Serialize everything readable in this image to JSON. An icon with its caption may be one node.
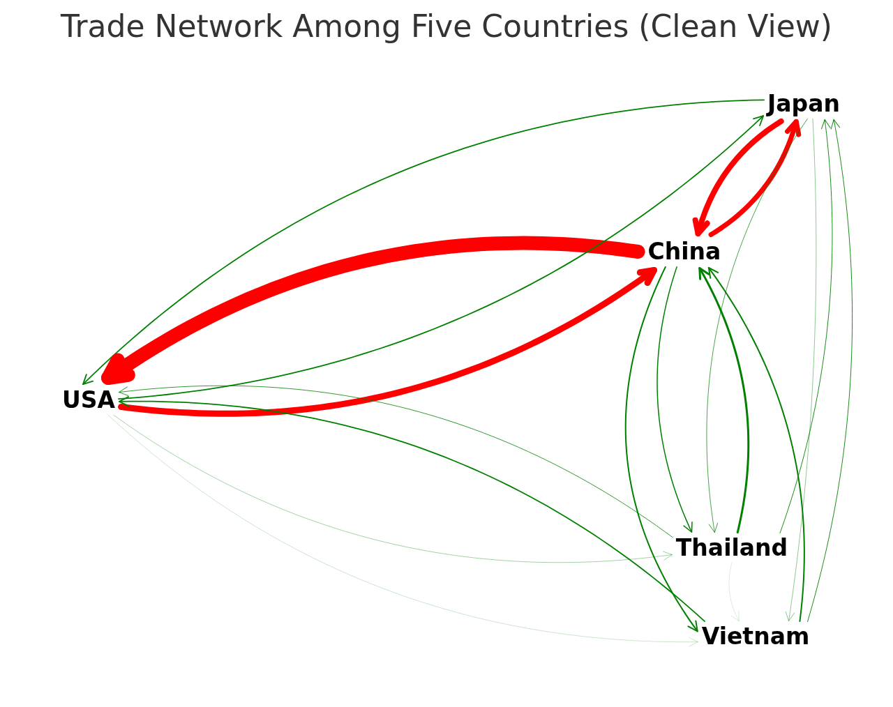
{
  "diagram": {
    "title": "Trade Network Among Five Countries (Clean View)",
    "nodes": [
      {
        "text": [
          "Japan"
        ]
      },
      {
        "text": [
          "China"
        ]
      },
      {
        "text": [
          "USA"
        ]
      },
      {
        "text": [
          "Thailand"
        ]
      },
      {
        "text": [
          "Vietnam"
        ]
      }
    ],
    "edges": [
      {
        "from": 0,
        "to": 2,
        "arrow": "to"
      },
      {
        "from": 1,
        "to": 2,
        "arrow": "to",
        "style": "thick",
        "color": "#ff0000"
      },
      {
        "from": 2,
        "to": 1,
        "arrow": "to",
        "style": "thick",
        "color": "#ff0000"
      },
      {
        "from": 2,
        "to": 0,
        "arrow": "to"
      },
      {
        "from": 0,
        "to": 1,
        "arrow": "to",
        "style": "thick",
        "color": "#ff0000"
      },
      {
        "from": 1,
        "to": 0,
        "arrow": "to",
        "style": "thick",
        "color": "#ff0000"
      },
      {
        "from": 3,
        "to": 2,
        "arrow": "to"
      },
      {
        "from": 2,
        "to": 3,
        "arrow": "to"
      },
      {
        "from": 2,
        "to": 4,
        "arrow": "to"
      },
      {
        "from": 4,
        "to": 2,
        "arrow": "to"
      },
      {
        "from": 1,
        "to": 3,
        "arrow": "to"
      },
      {
        "from": 1,
        "to": 4,
        "arrow": "to"
      },
      {
        "from": 3,
        "to": 1,
        "arrow": "to"
      },
      {
        "from": 4,
        "to": 1,
        "arrow": "to"
      },
      {
        "from": 0,
        "to": 3,
        "arrow": "to"
      },
      {
        "from": 0,
        "to": 4,
        "arrow": "to"
      },
      {
        "from": 3,
        "to": 0,
        "arrow": "to"
      },
      {
        "from": 4,
        "to": 0,
        "arrow": "to"
      },
      {
        "from": 3,
        "to": 4,
        "arrow": "to"
      }
    ]
  }
}
